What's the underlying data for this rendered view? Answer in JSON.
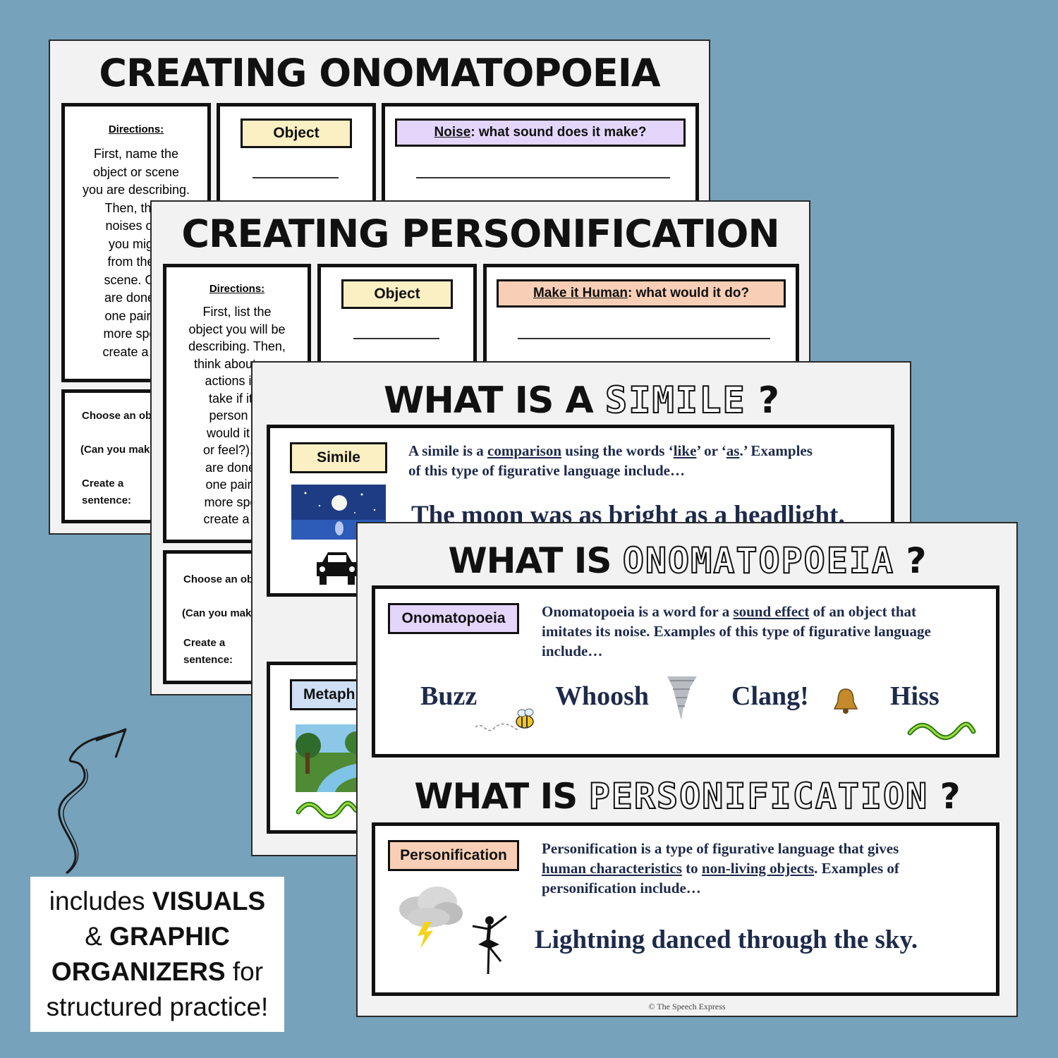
{
  "onomatopoeia_sheet": {
    "title": "CREATING ONOMATOPOEIA",
    "directions_label": "Directions:",
    "directions_lines": [
      "First, name the",
      "object or scene",
      "you are describing.",
      "Then, think",
      "noises or s",
      "you might",
      "from the o",
      "scene. Onc",
      "are done, c",
      "one pair, m",
      "more specif",
      "create a ser"
    ],
    "object_label": "Object",
    "noise_label_u": "Noise",
    "noise_label_rest": ": what sound does it make?",
    "choose_label": "Choose an obj",
    "can_label": "(Can you make",
    "create_label_1": "Create a",
    "create_label_2": "sentence:"
  },
  "personification_sheet": {
    "title": "CREATING PERSONIFICATION",
    "directions_label": "Directions:",
    "directions_lines": [
      "First, list the",
      "object you will be",
      "describing. Then,",
      "think about any",
      "actions it m",
      "take if it w",
      "person (w",
      "would it do",
      "or feel?). Or",
      "are done, c",
      "one pair, m",
      "more specif",
      "create a ser"
    ],
    "object_label": "Object",
    "human_label_u": "Make it Human",
    "human_label_rest": ": what would it do?",
    "choose_label": "Choose an obj",
    "can_label": "(Can you make",
    "create_label_1": "Create a",
    "create_label_2": "sentence:"
  },
  "simile_sheet": {
    "title_plain": "WHAT IS A",
    "title_fancy": "SIMILE",
    "title_q": "?",
    "tag": "Simile",
    "def_1": "A simile is a ",
    "def_u1": "comparison",
    "def_2": " using the words ‘",
    "def_u2": "like",
    "def_3": "’ or ‘",
    "def_u3": "as",
    "def_4": ".’ Examples",
    "def_line2": "of this type of figurative language include…",
    "example": "The moon was as bright as a headlight.",
    "metaphor_tag": "Metaph"
  },
  "onomatopoeia_card": {
    "title_plain": "WHAT IS",
    "title_fancy": "ONOMATOPOEIA",
    "title_q": "?",
    "tag": "Onomatopoeia",
    "def_1": "Onomatopoeia is a word for a ",
    "def_u1": "sound effect",
    "def_2": " of an object that",
    "def_line2": "imitates its noise. Examples of this type of figurative language",
    "def_line3": "include…",
    "examples": [
      "Buzz",
      "Whoosh",
      "Clang!",
      "Hiss"
    ]
  },
  "personification_card": {
    "title_plain": "WHAT IS",
    "title_fancy": "PERSONIFICATION",
    "title_q": "?",
    "tag": "Personification",
    "def_line1": "Personification is a type of figurative language that gives",
    "def_u1": "human characteristics",
    "def_mid": " to ",
    "def_u2": "non-living objects",
    "def_end": ". Examples of",
    "def_line3": "personification include…",
    "example": "Lightning danced through the sky.",
    "copyright": "© The Speech Express"
  },
  "callout": {
    "line1_a": "includes ",
    "line1_b": "VISUALS",
    "line2_a": "& ",
    "line2_b": "GRAPHIC",
    "line3_a": "ORGANIZERS",
    "line3_b": " for",
    "line4": "structured practice!"
  },
  "colors": {
    "background": "#76a2bb",
    "object_tag": "#fbefc4",
    "noise_tag": "#e4d6fb",
    "human_tag": "#f8cfb6",
    "metaphor_tag": "#cfe0f5",
    "text_navy": "#1e2a4a"
  }
}
